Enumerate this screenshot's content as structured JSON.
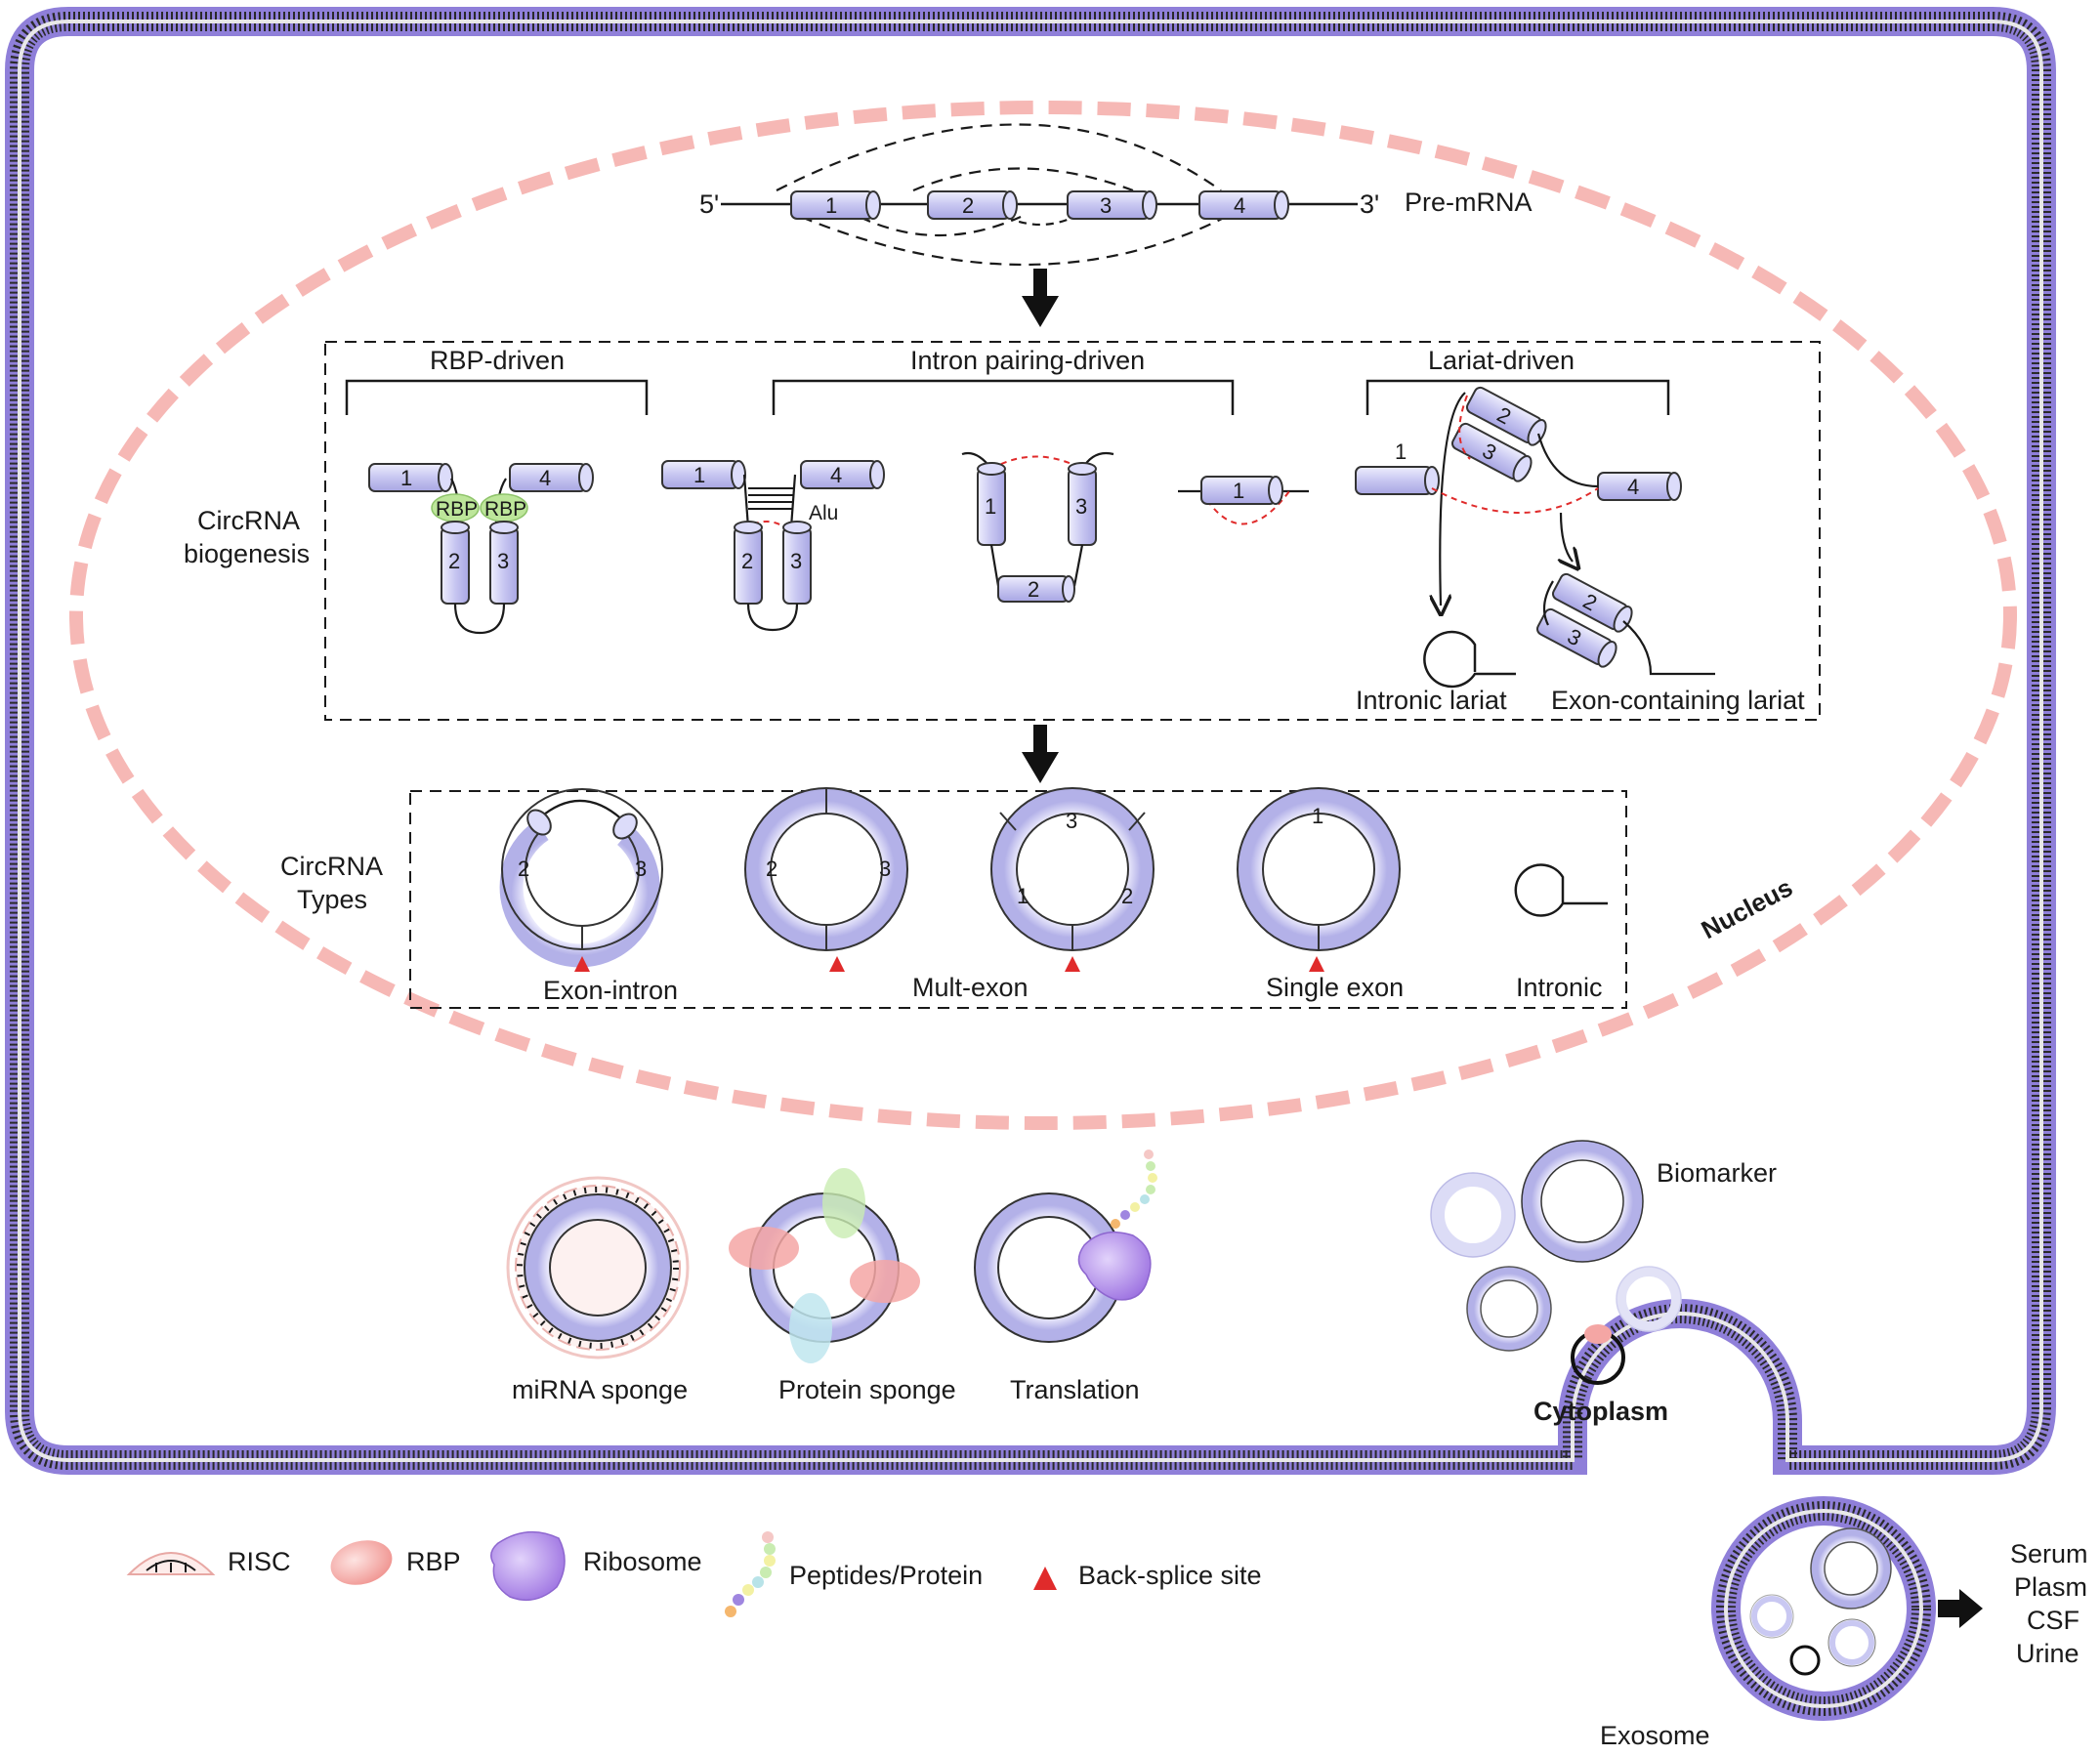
{
  "pre_mrna": {
    "five_prime": "5'",
    "three_prime": "3'",
    "label": "Pre-mRNA",
    "exons": [
      "1",
      "2",
      "3",
      "4"
    ]
  },
  "biogenesis": {
    "section_label_line1": "CircRNA",
    "section_label_line2": "biogenesis",
    "rbp_driven": {
      "title": "RBP-driven",
      "exons": [
        "1",
        "4",
        "2",
        "3"
      ],
      "rbp_label": "RBP"
    },
    "intron_pairing": {
      "title": "Intron pairing-driven",
      "exons": [
        "1",
        "4",
        "2",
        "3"
      ],
      "alu_label": "Alu",
      "second_exons": [
        "1",
        "3",
        "2"
      ],
      "third_exon": "1"
    },
    "lariat_driven": {
      "title": "Lariat-driven",
      "exons": [
        "1",
        "2",
        "3",
        "4"
      ],
      "intronic_lariat": "Intronic lariat",
      "exon_lariat": "Exon-containing lariat",
      "lariat_exons": [
        "2",
        "3"
      ]
    }
  },
  "types": {
    "section_label_line1": "CircRNA",
    "section_label_line2": "Types",
    "exon_intron": {
      "label": "Exon-intron",
      "exons": [
        "2",
        "3"
      ]
    },
    "multi_exon": {
      "label": "Mult-exon",
      "ring_a_exons": [
        "2",
        "3"
      ],
      "ring_b_exons": [
        "3",
        "1",
        "2"
      ]
    },
    "single_exon": {
      "label": "Single exon",
      "exon": "1"
    },
    "intronic": {
      "label": "Intronic"
    }
  },
  "nucleus_label": "Nucleus",
  "functions": {
    "mirna_sponge": "miRNA sponge",
    "protein_sponge": "Protein sponge",
    "translation": "Translation",
    "biomarker": "Biomarker"
  },
  "cytoplasm_label": "Cytoplasm",
  "exosome": {
    "label": "Exosome",
    "targets": [
      "Serum",
      "Plasm",
      "CSF",
      "Urine"
    ]
  },
  "legend": {
    "risc": "RISC",
    "rbp": "RBP",
    "ribosome": "Ribosome",
    "peptides": "Peptides/Protein",
    "back_splice": "Back-splice site"
  },
  "colors": {
    "membrane": "#8f7fd9",
    "exon_fill": "#c9c8f2",
    "nucleus_dash": "#f6b8b5",
    "back_splice": "#e02b2b",
    "rbp_green": "#bde69a",
    "rbp_pink": "#f4a6a4",
    "ribosome": "#b890ee"
  }
}
